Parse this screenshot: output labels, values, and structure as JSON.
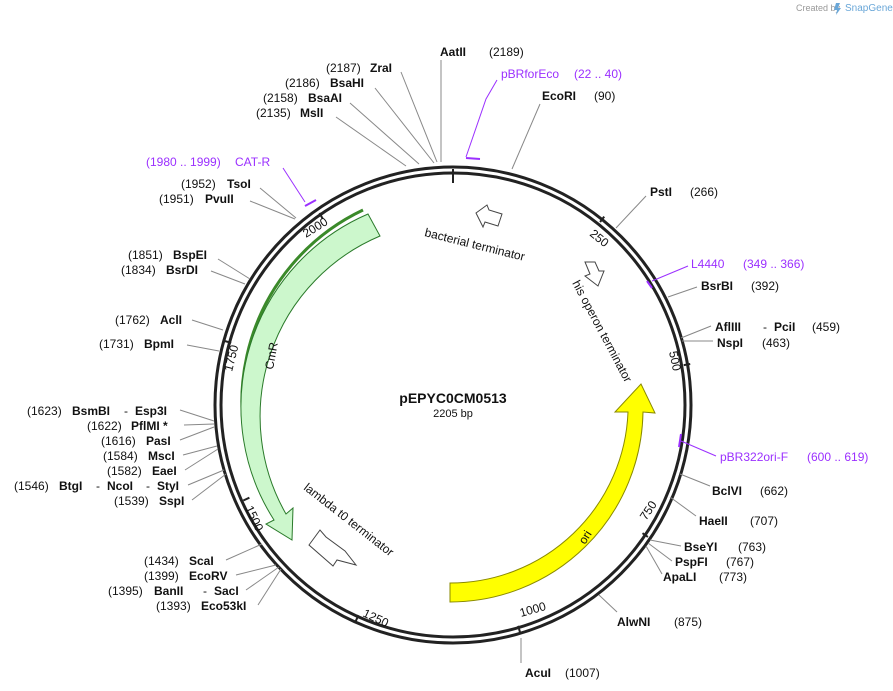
{
  "header": {
    "credit": "Created by",
    "brand": "SnapGene"
  },
  "plasmid": {
    "name": "pEPYC0CM0513",
    "length_label": "2205 bp"
  },
  "ticks": [
    "250",
    "500",
    "750",
    "1000",
    "1250",
    "1500",
    "1750",
    "2000"
  ],
  "features": {
    "cmr": {
      "label": "CmR",
      "color": "#ccf7cc",
      "stroke": "#2a7a2a"
    },
    "ori": {
      "label": "ori",
      "color": "#ffff00",
      "stroke": "#8a8a00"
    },
    "bacterial_terminator": {
      "label": "bacterial terminator"
    },
    "his_operon_terminator": {
      "label": "his operon terminator"
    },
    "lambda_terminator": {
      "label": "lambda t0 terminator"
    }
  },
  "primers": {
    "pbrforeco": {
      "name": "pBRforEco",
      "range": "(22 .. 40)"
    },
    "l4440": {
      "name": "L4440",
      "range": "(349 .. 366)"
    },
    "pbr322ori": {
      "name": "pBR322ori-F",
      "range": "(600 .. 619)"
    },
    "catr": {
      "name": "CAT-R",
      "range": "(1980 .. 1999)"
    }
  },
  "sites": {
    "aatii": {
      "name": "AatII",
      "pos": "(2189)"
    },
    "zrai": {
      "name": "ZraI",
      "pos": "(2187)"
    },
    "bsahi": {
      "name": "BsaHI",
      "pos": "(2186)"
    },
    "bsaai": {
      "name": "BsaAI",
      "pos": "(2158)"
    },
    "msli": {
      "name": "MslI",
      "pos": "(2135)"
    },
    "ecori": {
      "name": "EcoRI",
      "pos": "(90)"
    },
    "psti": {
      "name": "PstI",
      "pos": "(266)"
    },
    "bsrbi": {
      "name": "BsrBI",
      "pos": "(392)"
    },
    "afliii": {
      "name": "AflIII",
      "sep": "-",
      "name2": "PciI",
      "pos": "(459)"
    },
    "nspi": {
      "name": "NspI",
      "pos": "(463)"
    },
    "bclvi": {
      "name": "BclVI",
      "pos": "(662)"
    },
    "haeii": {
      "name": "HaeII",
      "pos": "(707)"
    },
    "bseyi": {
      "name": "BseYI",
      "pos": "(763)"
    },
    "pspfi": {
      "name": "PspFI",
      "pos": "(767)"
    },
    "apali": {
      "name": "ApaLI",
      "pos": "(773)"
    },
    "alwni": {
      "name": "AlwNI",
      "pos": "(875)"
    },
    "acui": {
      "name": "AcuI",
      "pos": "(1007)"
    },
    "tsoi": {
      "name": "TsoI",
      "pos": "(1952)"
    },
    "pvuii": {
      "name": "PvuII",
      "pos": "(1951)"
    },
    "bspei": {
      "name": "BspEI",
      "pos": "(1851)"
    },
    "bsrdi": {
      "name": "BsrDI",
      "pos": "(1834)"
    },
    "acli": {
      "name": "AclI",
      "pos": "(1762)"
    },
    "bpmi": {
      "name": "BpmI",
      "pos": "(1731)"
    },
    "bsmbi": {
      "name": "BsmBI",
      "sep": "-",
      "name2": "Esp3I",
      "pos": "(1623)"
    },
    "pflmi": {
      "name": "PflMI *",
      "pos": "(1622)"
    },
    "pasi": {
      "name": "PasI",
      "pos": "(1616)"
    },
    "msci": {
      "name": "MscI",
      "pos": "(1584)"
    },
    "eaei": {
      "name": "EaeI",
      "pos": "(1582)"
    },
    "btgi": {
      "name": "BtgI",
      "sep": "-",
      "name2": "NcoI",
      "sep2": "-",
      "name3": "StyI",
      "pos": "(1546)"
    },
    "sspi": {
      "name": "SspI",
      "pos": "(1539)"
    },
    "scai": {
      "name": "ScaI",
      "pos": "(1434)"
    },
    "ecorv": {
      "name": "EcoRV",
      "pos": "(1399)"
    },
    "banii": {
      "name": "BanII",
      "sep": "-",
      "name2": "SacI",
      "pos": "(1395)"
    },
    "eco53ki": {
      "name": "Eco53kI",
      "pos": "(1393)"
    }
  }
}
